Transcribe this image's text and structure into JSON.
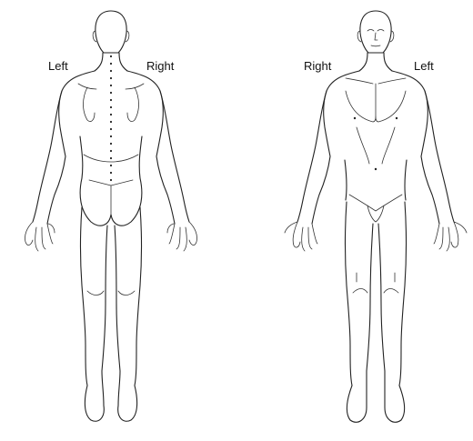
{
  "figure": {
    "back_view": {
      "left_label": "Left",
      "right_label": "Right"
    },
    "front_view": {
      "right_label": "Right",
      "left_label": "Left"
    }
  },
  "colors": {
    "background": "#ffffff",
    "stroke": "#222222"
  }
}
